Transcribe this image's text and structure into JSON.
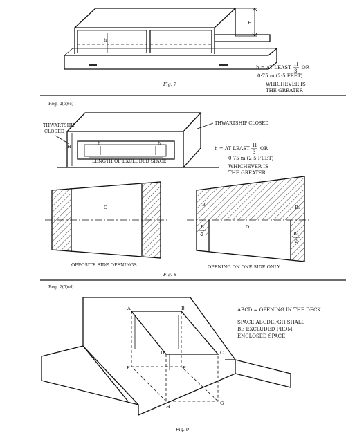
{
  "fig7": {
    "caption": "Fig. 7",
    "label_H": "H",
    "label_h": "h",
    "note_line1": "h = AT LEAST",
    "frac_num": "H",
    "frac_den": "3",
    "note_or": "OR",
    "note_line2": "0·75 m (2·5 FEET)",
    "note_line3": "WHICHEVER IS",
    "note_line4": "THE GREATER"
  },
  "fig8": {
    "reg": "Reg. 2(5)(c)",
    "thwartship_closed_left_1": "THWARTSHIP",
    "thwartship_closed_left_2": "CLOSED",
    "thwartship_closed_right": "THWARTSHIP CLOSED",
    "label_H": "H",
    "label_h_left": "h",
    "label_h_right": "h",
    "excluded_space": "LENGTH OF EXCLUDED SPACE",
    "note_line1": "h = AT LEAST",
    "frac_num": "H",
    "frac_den": "3",
    "note_or": "OR",
    "note_line2": "0·75 m (2·5 FEET)",
    "note_line3": "WHICHEVER IS",
    "note_line4": "THE GREATER",
    "plan_left_center": "O",
    "plan_right_center": "O",
    "label_B": "B",
    "label_B_half_num": "B",
    "label_B_half_den": "2",
    "label_B1": "B₁",
    "label_B1_half_num": "B₁",
    "label_B1_half_den": "2",
    "caption_left": "OPPOSITE SIDE OPENINGS",
    "caption_right": "OPENING ON ONE SIDE ONLY",
    "caption": "Fig. 8"
  },
  "fig9": {
    "reg": "Reg. 2(5)(d)",
    "vertex_A": "A",
    "vertex_B": "B",
    "vertex_C": "C",
    "vertex_D": "D",
    "vertex_E": "E",
    "vertex_F": "F",
    "vertex_G": "G",
    "vertex_H": "H",
    "note_line1": "ABCD = OPENING IN THE DECK",
    "note_line2": "SPACE ABCDEFGH SHALL",
    "note_line3": "BE EXCLUDED FROM",
    "note_line4": "ENCLOSED SPACE",
    "caption": "Fig. 9"
  }
}
